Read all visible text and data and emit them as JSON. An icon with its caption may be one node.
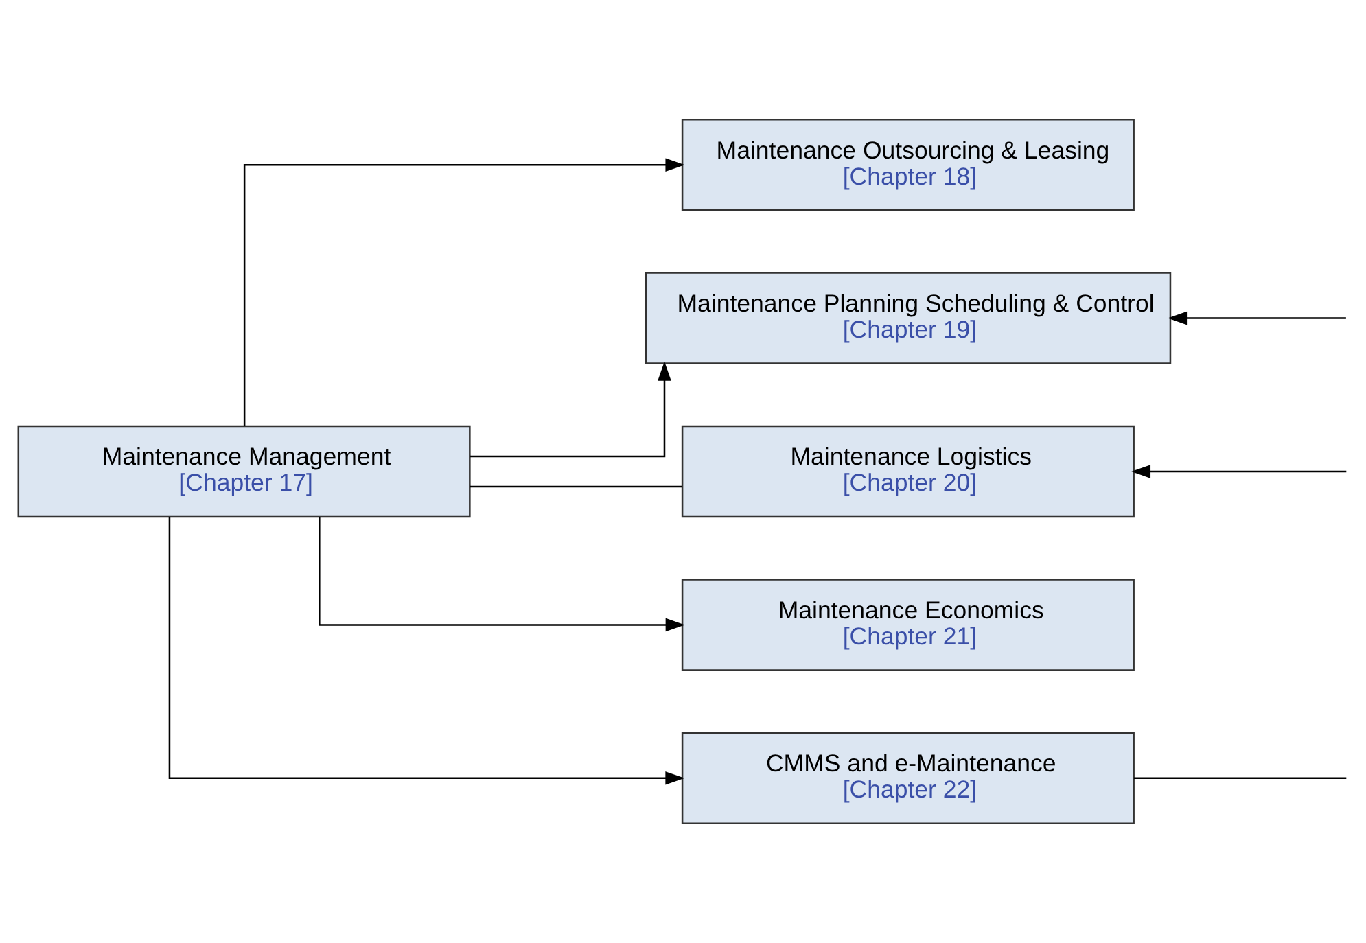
{
  "diagram": {
    "nodes": [
      {
        "text": [
          "Maintenance Management",
          "[Chapter 17]"
        ]
      },
      {
        "text": [
          "Maintenance Outsourcing & Leasing",
          "[Chapter 18]"
        ]
      },
      {
        "text": [
          "Maintenance Planning Scheduling & Control",
          "[Chapter 19]"
        ]
      },
      {
        "text": [
          "Maintenance Logistics",
          "[Chapter 20]"
        ]
      },
      {
        "text": [
          "Maintenance Economics",
          "[Chapter 21]"
        ]
      },
      {
        "text": [
          "CMMS and e-Maintenance",
          "[Chapter 22]"
        ]
      }
    ],
    "edges": [
      {
        "from": 0,
        "to": 1,
        "arrow": "to"
      },
      {
        "from": 0,
        "to": 2,
        "arrow": "to"
      },
      {
        "from": 0,
        "to": 3,
        "arrow": "none"
      },
      {
        "from": 0,
        "to": 4,
        "arrow": "to"
      },
      {
        "from": 0,
        "to": 5,
        "arrow": "to"
      },
      {
        "from": null,
        "to": 2,
        "arrow": "to"
      },
      {
        "from": null,
        "to": 3,
        "arrow": "to"
      },
      {
        "from": 5,
        "to": null,
        "arrow": "none"
      }
    ]
  }
}
